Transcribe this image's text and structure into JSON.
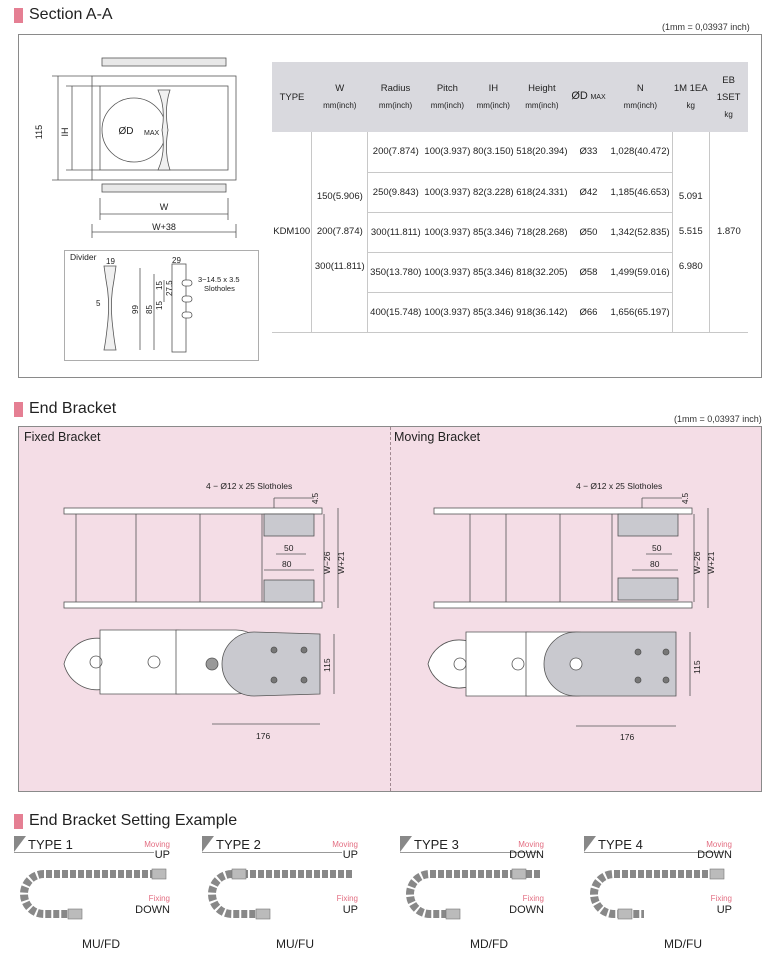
{
  "colors": {
    "accent": "#e57f93",
    "panel_bg": "#f4dde6",
    "table_header": "#d9d9de"
  },
  "section_a": {
    "title": "Section A-A",
    "unit_note": "(1mm = 0,03937 inch)",
    "drawing": {
      "height": "115",
      "ih": "IH",
      "d_label": "ØD",
      "d_sub": "MAX",
      "w": "W",
      "w38": "W+38"
    },
    "divider": {
      "title": "Divider",
      "dim19": "19",
      "dim29": "29",
      "dim5": "5",
      "dim99": "99",
      "dim85": "85",
      "dim15": "15",
      "dim15b": "15",
      "dim275": "27.5",
      "slot": "3−14.5 x 3.5",
      "slot2": "Slotholes"
    }
  },
  "table": {
    "headers": {
      "type": "TYPE",
      "w": "W",
      "w_unit": "mm(inch)",
      "radius": "Radius",
      "radius_unit": "mm(inch)",
      "pitch": "Pitch",
      "pitch_unit": "mm(inch)",
      "ih": "IH",
      "ih_unit": "mm(inch)",
      "height": "Height",
      "height_unit": "mm(inch)",
      "dmax": "ØD",
      "dmax_sub": "MAX",
      "n": "N",
      "n_unit": "mm(inch)",
      "m1": "1M 1EA",
      "m1_unit": "kg",
      "eb": "EB 1SET",
      "eb_unit": "kg"
    },
    "type_value": "KDM100",
    "w_values": [
      "150(5.906)",
      "200(7.874)",
      "300(11.811)"
    ],
    "weight_values": [
      "5.091",
      "5.515",
      "6.980"
    ],
    "eb_value": "1.870",
    "rows": [
      {
        "radius": "200(7.874)",
        "pitch": "100(3.937)",
        "ih": "80(3.150)",
        "height": "518(20.394)",
        "dmax": "Ø33",
        "n": "1,028(40.472)"
      },
      {
        "radius": "250(9.843)",
        "pitch": "100(3.937)",
        "ih": "82(3.228)",
        "height": "618(24.331)",
        "dmax": "Ø42",
        "n": "1,185(46.653)"
      },
      {
        "radius": "300(11.811)",
        "pitch": "100(3.937)",
        "ih": "85(3.346)",
        "height": "718(28.268)",
        "dmax": "Ø50",
        "n": "1,342(52.835)"
      },
      {
        "radius": "350(13.780)",
        "pitch": "100(3.937)",
        "ih": "85(3.346)",
        "height": "818(32.205)",
        "dmax": "Ø58",
        "n": "1,499(59.016)"
      },
      {
        "radius": "400(15.748)",
        "pitch": "100(3.937)",
        "ih": "85(3.346)",
        "height": "918(36.142)",
        "dmax": "Ø66",
        "n": "1,656(65.197)"
      }
    ]
  },
  "end_bracket": {
    "title": "End Bracket",
    "unit_note": "(1mm = 0,03937 inch)",
    "fixed": {
      "title": "Fixed Bracket",
      "slot": "4 − Ø12 x 25 Slotholes",
      "d45": "4.5",
      "d50": "50",
      "d80": "80",
      "dw26": "W−26",
      "dw21": "W+21",
      "d115": "115",
      "d176": "176"
    },
    "moving": {
      "title": "Moving Bracket",
      "slot": "4 − Ø12 x 25 Slotholes",
      "d45": "4.5",
      "d50": "50",
      "d80": "80",
      "dw26": "W−26",
      "dw21": "W+21",
      "d115": "115",
      "d176": "176"
    }
  },
  "setting": {
    "title": "End Bracket Setting Example",
    "types": [
      {
        "label": "TYPE 1",
        "moving_label": "Moving",
        "moving": "UP",
        "fixing_label": "Fixing",
        "fixing": "DOWN",
        "code": "MU/FD"
      },
      {
        "label": "TYPE 2",
        "moving_label": "Moving",
        "moving": "UP",
        "fixing_label": "Fixing",
        "fixing": "UP",
        "code": "MU/FU"
      },
      {
        "label": "TYPE 3",
        "moving_label": "Moving",
        "moving": "DOWN",
        "fixing_label": "Fixing",
        "fixing": "DOWN",
        "code": "MD/FD"
      },
      {
        "label": "TYPE 4",
        "moving_label": "Moving",
        "moving": "DOWN",
        "fixing_label": "Fixing",
        "fixing": "UP",
        "code": "MD/FU"
      }
    ]
  }
}
